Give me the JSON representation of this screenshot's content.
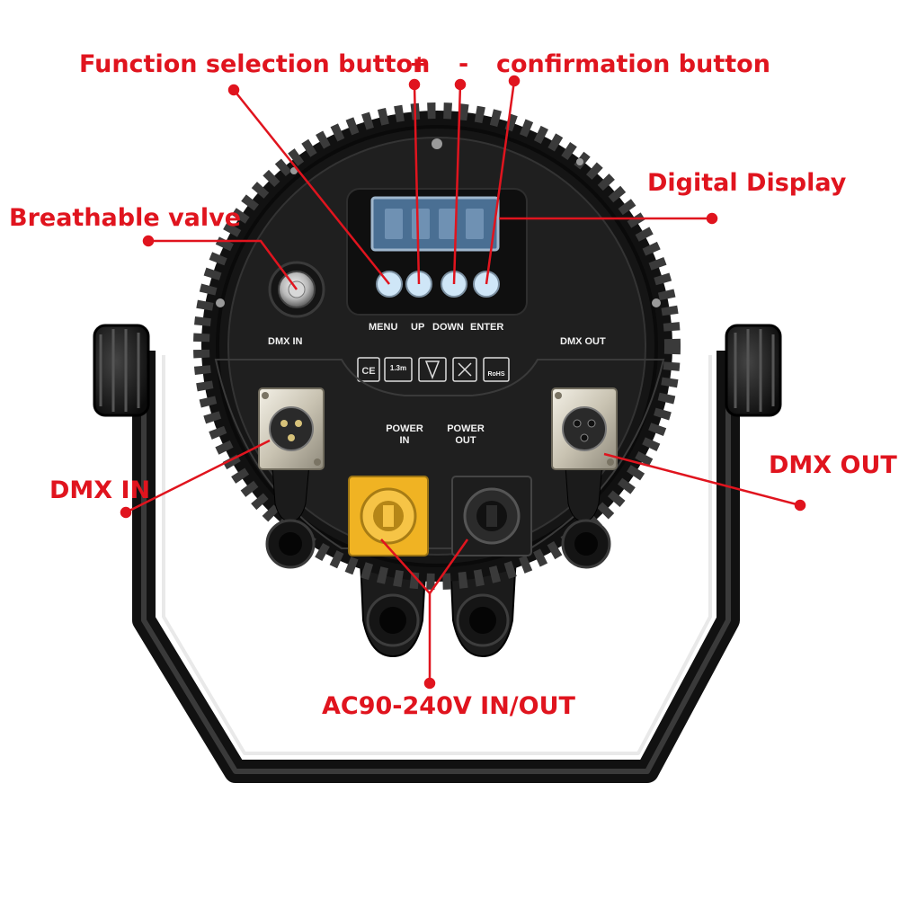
{
  "callouts": {
    "function_selection": "Function selection button",
    "plus": "+",
    "minus": "-",
    "confirmation": "confirmation button",
    "digital_display": "Digital Display",
    "breathable_valve": "Breathable valve",
    "dmx_in": "DMX IN",
    "dmx_out": "DMX OUT",
    "power": "AC90-240V  IN/OUT"
  },
  "panel": {
    "menu": "MENU",
    "up": "UP",
    "down": "DOWN",
    "enter": "ENTER",
    "dmx_in": "DMX IN",
    "dmx_out": "DMX OUT",
    "power_in_line1": "POWER",
    "power_in_line2": "IN",
    "power_out_line1": "POWER",
    "power_out_line2": "OUT",
    "cert_1_3m": "1.3m",
    "cert_rohs": "RoHS"
  },
  "colors": {
    "callout": "#e0141e",
    "body": "#1a1a1a",
    "panel": "#222222",
    "button": "#cfe6f7",
    "display": "#4a6f93",
    "power_in": "#f0b323"
  }
}
